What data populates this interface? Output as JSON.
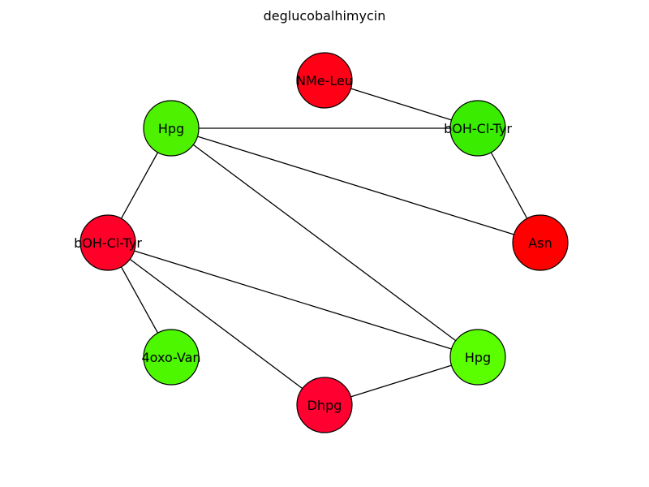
{
  "title": "deglucobalhimycin",
  "nodes": [
    {
      "id": "n0",
      "label": "NMe-Leu",
      "color": "#ff0016"
    },
    {
      "id": "n1",
      "label": "bOH-Cl-Tyr",
      "color": "#39ec00"
    },
    {
      "id": "n2",
      "label": "Asn",
      "color": "#ff0000"
    },
    {
      "id": "n3",
      "label": "Hpg",
      "color": "#5aff00"
    },
    {
      "id": "n4",
      "label": "Dhpg",
      "color": "#ff0030"
    },
    {
      "id": "n5",
      "label": "4oxo-Van",
      "color": "#4cf700"
    },
    {
      "id": "n6",
      "label": "bOH-Cl-Tyr",
      "color": "#ff0028"
    },
    {
      "id": "n7",
      "label": "Hpg",
      "color": "#4ef200"
    }
  ],
  "edges": [
    [
      "n0",
      "n1"
    ],
    [
      "n1",
      "n2"
    ],
    [
      "n1",
      "n7"
    ],
    [
      "n7",
      "n2"
    ],
    [
      "n7",
      "n3"
    ],
    [
      "n7",
      "n6"
    ],
    [
      "n6",
      "n5"
    ],
    [
      "n6",
      "n4"
    ],
    [
      "n6",
      "n3"
    ],
    [
      "n4",
      "n3"
    ]
  ]
}
